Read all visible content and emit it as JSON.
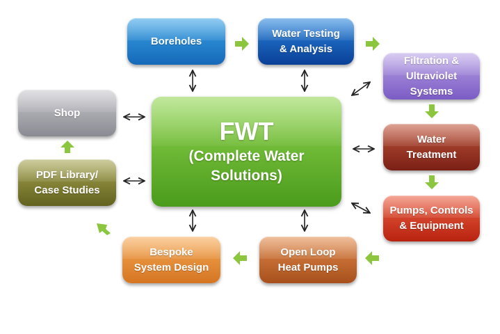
{
  "center": {
    "title": "FWT",
    "subtitle": "(Complete Water\nSolutions)"
  },
  "nodes": {
    "boreholes": "Boreholes",
    "water_testing": "Water Testing\n& Analysis",
    "filtration": "Filtration &\nUltraviolet Systems",
    "water_treatment": "Water\nTreatment",
    "pumps": "Pumps, Controls\n& Equipment",
    "heat_pumps": "Open Loop\nHeat Pumps",
    "bespoke": "Bespoke\nSystem Design",
    "pdf_library": "PDF Library/\nCase Studies",
    "shop": "Shop"
  },
  "colors": {
    "flow_arrow": "#8cc63f",
    "link_arrow": "#222222"
  }
}
